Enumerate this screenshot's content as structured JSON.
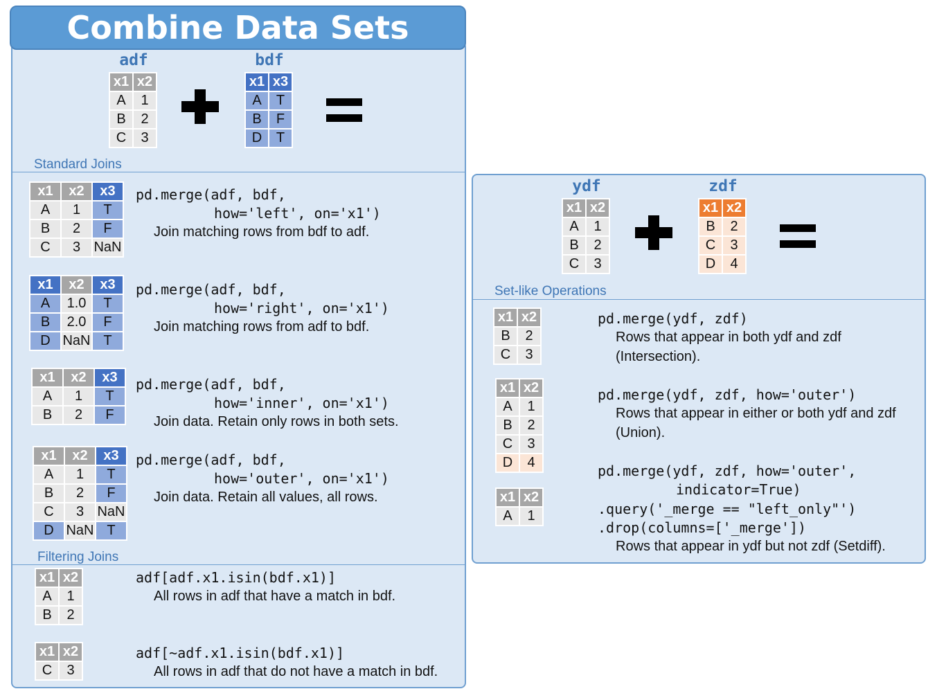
{
  "title": "Combine Data Sets",
  "top": {
    "adf": {
      "name": "adf",
      "header": [
        "x1",
        "x2"
      ],
      "rows": [
        [
          "A",
          "1"
        ],
        [
          "B",
          "2"
        ],
        [
          "C",
          "3"
        ]
      ]
    },
    "bdf": {
      "name": "bdf",
      "header": [
        "x1",
        "x3"
      ],
      "rows": [
        [
          "A",
          "T"
        ],
        [
          "B",
          "F"
        ],
        [
          "D",
          "T"
        ]
      ]
    }
  },
  "standard_joins": {
    "label": "Standard Joins",
    "left": {
      "header": [
        "x1",
        "x2",
        "x3"
      ],
      "rows": [
        [
          "A",
          "1",
          "T"
        ],
        [
          "B",
          "2",
          "F"
        ],
        [
          "C",
          "3",
          "NaN"
        ]
      ],
      "code1": "pd.merge(adf, bdf,",
      "code2": "how='left', on='x1')",
      "desc": "Join matching rows from bdf to adf."
    },
    "right": {
      "header": [
        "x1",
        "x2",
        "x3"
      ],
      "rows": [
        [
          "A",
          "1.0",
          "T"
        ],
        [
          "B",
          "2.0",
          "F"
        ],
        [
          "D",
          "NaN",
          "T"
        ]
      ],
      "code1": "pd.merge(adf, bdf,",
      "code2": "how='right', on='x1')",
      "desc": "Join matching rows from adf to bdf."
    },
    "inner": {
      "header": [
        "x1",
        "x2",
        "x3"
      ],
      "rows": [
        [
          "A",
          "1",
          "T"
        ],
        [
          "B",
          "2",
          "F"
        ]
      ],
      "code1": "pd.merge(adf, bdf,",
      "code2": "how='inner', on='x1')",
      "desc": "Join data. Retain only rows in both sets."
    },
    "outer": {
      "header": [
        "x1",
        "x2",
        "x3"
      ],
      "rows": [
        [
          "A",
          "1",
          "T"
        ],
        [
          "B",
          "2",
          "F"
        ],
        [
          "C",
          "3",
          "NaN"
        ],
        [
          "D",
          "NaN",
          "T"
        ]
      ],
      "code1": "pd.merge(adf, bdf,",
      "code2": "how='outer', on='x1')",
      "desc": "Join data. Retain all values, all rows."
    }
  },
  "filtering_joins": {
    "label": "Filtering Joins",
    "semi": {
      "header": [
        "x1",
        "x2"
      ],
      "rows": [
        [
          "A",
          "1"
        ],
        [
          "B",
          "2"
        ]
      ],
      "code": "adf[adf.x1.isin(bdf.x1)]",
      "desc": "All rows in adf that have a match in bdf."
    },
    "anti": {
      "header": [
        "x1",
        "x2"
      ],
      "rows": [
        [
          "C",
          "3"
        ]
      ],
      "code": "adf[~adf.x1.isin(bdf.x1)]",
      "desc": "All rows in adf that do not have a match in bdf."
    }
  },
  "set_ops": {
    "ydf": {
      "name": "ydf",
      "header": [
        "x1",
        "x2"
      ],
      "rows": [
        [
          "A",
          "1"
        ],
        [
          "B",
          "2"
        ],
        [
          "C",
          "3"
        ]
      ]
    },
    "zdf": {
      "name": "zdf",
      "header": [
        "x1",
        "x2"
      ],
      "rows": [
        [
          "B",
          "2"
        ],
        [
          "C",
          "3"
        ],
        [
          "D",
          "4"
        ]
      ]
    },
    "label": "Set-like Operations",
    "intersection": {
      "header": [
        "x1",
        "x2"
      ],
      "rows": [
        [
          "B",
          "2"
        ],
        [
          "C",
          "3"
        ]
      ],
      "code": "pd.merge(ydf, zdf)",
      "desc1": "Rows that appear in both ydf and zdf",
      "desc2": "(Intersection)."
    },
    "union": {
      "header": [
        "x1",
        "x2"
      ],
      "rows": [
        [
          "A",
          "1"
        ],
        [
          "B",
          "2"
        ],
        [
          "C",
          "3"
        ],
        [
          "D",
          "4"
        ]
      ],
      "code": "pd.merge(ydf, zdf, how='outer')",
      "desc1": "Rows that appear in either or both ydf and zdf",
      "desc2": "(Union)."
    },
    "setdiff": {
      "header": [
        "x1",
        "x2"
      ],
      "rows": [
        [
          "A",
          "1"
        ]
      ],
      "code1": "pd.merge(ydf, zdf, how='outer',",
      "code2": "indicator=True)",
      "code3": ".query('_merge == \"left_only\"')",
      "code4": ".drop(columns=['_merge'])",
      "desc": "Rows that appear in ydf but not zdf (Setdiff)."
    }
  },
  "colors": {
    "panel_bg": "#dce8f5",
    "panel_border": "#6f9fd0",
    "title_bg": "#5b9bd5",
    "header_grey": "#a6a6a6",
    "header_blue": "#4472c4",
    "header_orange": "#ed7d31",
    "cell_grey": "#e8e8e8",
    "cell_blue": "#8faadc",
    "cell_orange": "#fbe5d6",
    "label_blue": "#3f76b5"
  }
}
